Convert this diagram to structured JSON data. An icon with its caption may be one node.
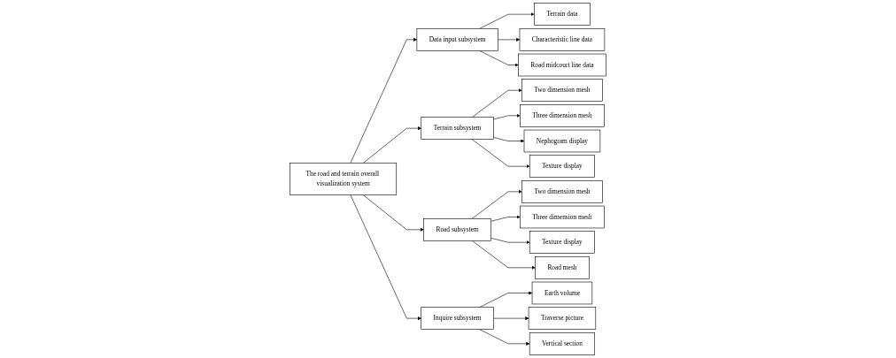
{
  "diagram": {
    "nodes": [
      {
        "text": [
          "The road and terrain overall visualization system"
        ]
      },
      {
        "text": [
          "Data input subsystem"
        ]
      },
      {
        "text": [
          "Terrain data"
        ]
      },
      {
        "text": [
          "Characteristic line data"
        ]
      },
      {
        "text": [
          "Road midcourt line data"
        ]
      },
      {
        "text": [
          "Terrain subsystem"
        ]
      },
      {
        "text": [
          "Two dimension mesh"
        ]
      },
      {
        "text": [
          "Three dimension mesh"
        ]
      },
      {
        "text": [
          "Nephogram display"
        ]
      },
      {
        "text": [
          "Texture display"
        ]
      },
      {
        "text": [
          "Road subsystem"
        ]
      },
      {
        "text": [
          "Two dimension mesh"
        ]
      },
      {
        "text": [
          "Three dimension mesh"
        ]
      },
      {
        "text": [
          "Texture display"
        ]
      },
      {
        "text": [
          "Road mesh"
        ]
      },
      {
        "text": [
          "Inquire subsystem"
        ]
      },
      {
        "text": [
          "Earth volume"
        ]
      },
      {
        "text": [
          "Traverse picture"
        ]
      },
      {
        "text": [
          "Vertical section"
        ]
      }
    ],
    "edges": [
      {
        "from": 0,
        "to": 1,
        "arrow": "to"
      },
      {
        "from": 0,
        "to": 5,
        "arrow": "to"
      },
      {
        "from": 0,
        "to": 10,
        "arrow": "to"
      },
      {
        "from": 0,
        "to": 15,
        "arrow": "to"
      },
      {
        "from": 1,
        "to": 2,
        "arrow": "to"
      },
      {
        "from": 1,
        "to": 3,
        "arrow": "to"
      },
      {
        "from": 1,
        "to": 4,
        "arrow": "to"
      },
      {
        "from": 5,
        "to": 6,
        "arrow": "to"
      },
      {
        "from": 5,
        "to": 7,
        "arrow": "to"
      },
      {
        "from": 5,
        "to": 8,
        "arrow": "to"
      },
      {
        "from": 5,
        "to": 9,
        "arrow": "to"
      },
      {
        "from": 10,
        "to": 11,
        "arrow": "to"
      },
      {
        "from": 10,
        "to": 12,
        "arrow": "to"
      },
      {
        "from": 10,
        "to": 13,
        "arrow": "to"
      },
      {
        "from": 10,
        "to": 14,
        "arrow": "to"
      },
      {
        "from": 15,
        "to": 16,
        "arrow": "to"
      },
      {
        "from": 15,
        "to": 17,
        "arrow": "to"
      },
      {
        "from": 15,
        "to": 18,
        "arrow": "to"
      }
    ]
  }
}
